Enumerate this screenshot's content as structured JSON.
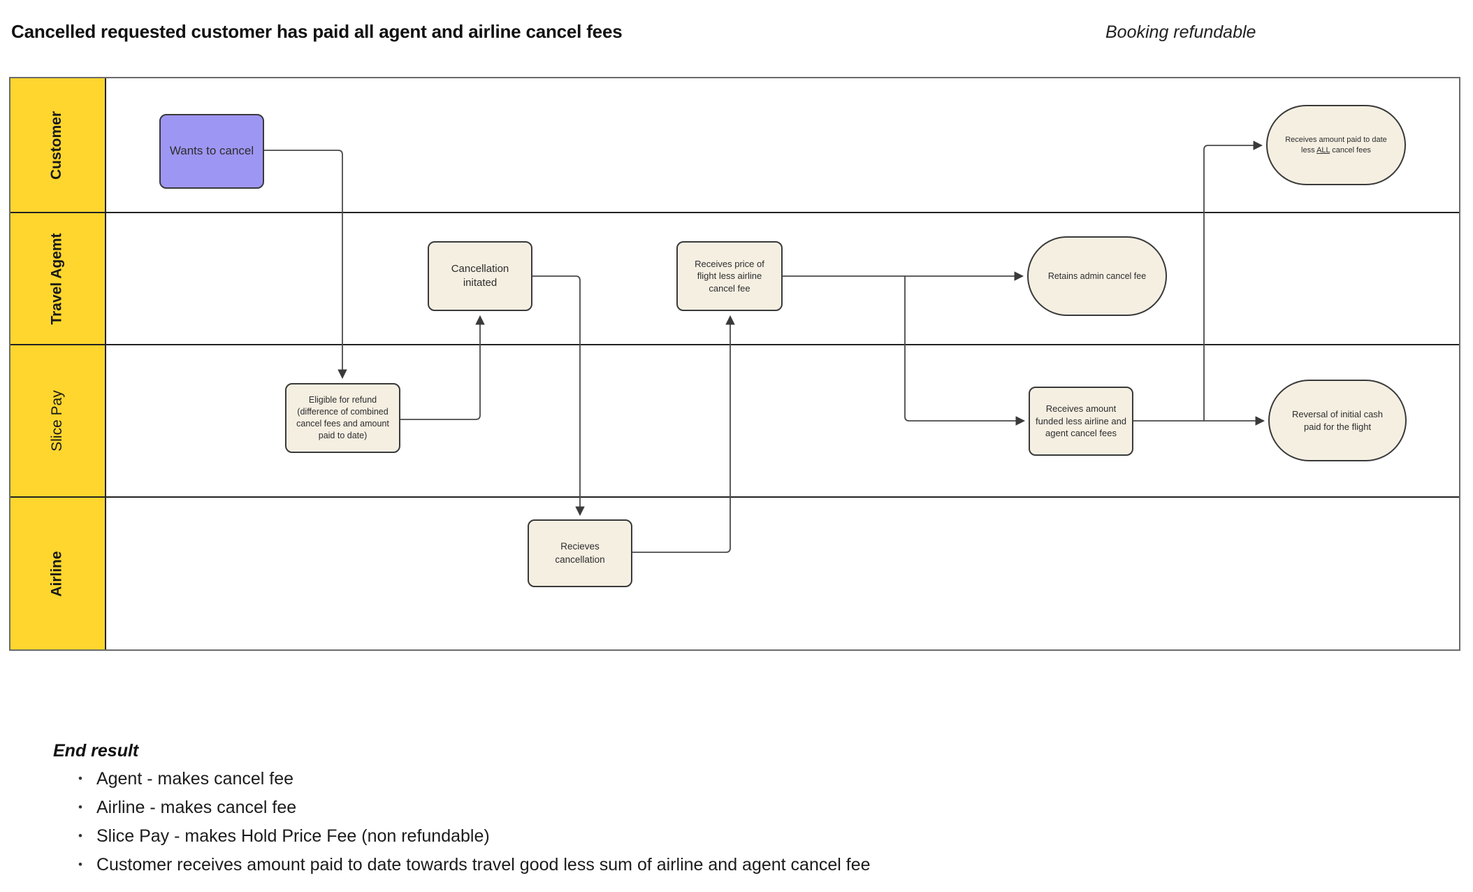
{
  "header": {
    "title": "Cancelled requested customer has paid all agent and airline cancel fees",
    "note": "Booking refundable"
  },
  "lanes": [
    {
      "label": "Customer"
    },
    {
      "label": "Travel Agemt"
    },
    {
      "label": "Slice Pay"
    },
    {
      "label": "Airline"
    }
  ],
  "nodes": {
    "wants_to_cancel": {
      "label": "Wants to cancel"
    },
    "cancellation_initiated": {
      "label": "Cancellation initated"
    },
    "receives_price_of_flight": {
      "label": "Receives price of flight less airline cancel fee"
    },
    "retains_admin_cancel_fee": {
      "label": "Retains admin cancel fee"
    },
    "receives_amount_paid_to_date": {
      "before": "Receives amount paid to date less ",
      "underlined": "ALL",
      "after": " cancel fees"
    },
    "eligible_for_refund": {
      "label": "Eligible for refund (difference of combined cancel fees and amount paid to date)"
    },
    "receives_amount_funded": {
      "label": "Receives amount funded less airline and agent cancel fees"
    },
    "reversal_of_initial_cash": {
      "label": "Reversal of initial cash paid for the flight"
    },
    "recieves_cancellation": {
      "label": "Recieves cancellation"
    }
  },
  "end_result": {
    "heading": "End result",
    "items": [
      "Agent - makes cancel fee",
      "Airline - makes cancel fee",
      "Slice Pay - makes Hold Price Fee (non refundable)",
      "Customer receives amount paid to date towards travel good less sum of airline and agent cancel fee"
    ]
  },
  "colors": {
    "lane_header": "#FFD62E",
    "start_node": "#9E96F3",
    "process_node": "#F5EFE2",
    "connector": "#4a4a4a"
  }
}
